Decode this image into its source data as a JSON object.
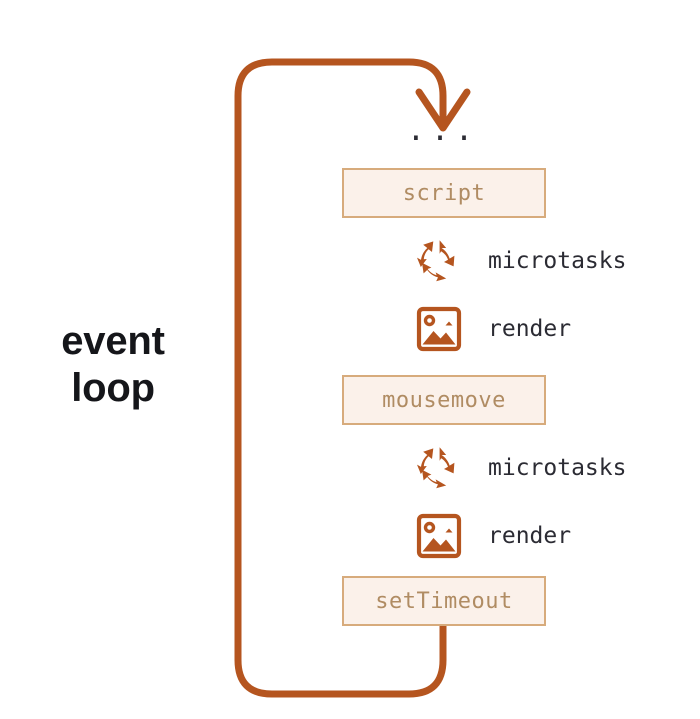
{
  "diagram": {
    "title": "event loop",
    "caption_lines": [
      "event",
      "loop"
    ],
    "ellipsis": "...",
    "colors": {
      "loop_stroke": "#b5551f",
      "box_fill": "#fbf1ea",
      "box_border": "#d7ab7c",
      "box_text": "#b08c63",
      "label_text": "#2b2b33",
      "icon": "#b5551f",
      "background": "#ffffff"
    },
    "flow": [
      {
        "kind": "ellipsis",
        "label": "...",
        "icon": "ellipsis-icon"
      },
      {
        "kind": "task",
        "label": "script",
        "icon": "task-box-icon"
      },
      {
        "kind": "step",
        "label": "microtasks",
        "icon": "recycle-icon"
      },
      {
        "kind": "step",
        "label": "render",
        "icon": "image-icon"
      },
      {
        "kind": "task",
        "label": "mousemove",
        "icon": "task-box-icon"
      },
      {
        "kind": "step",
        "label": "microtasks",
        "icon": "recycle-icon"
      },
      {
        "kind": "step",
        "label": "render",
        "icon": "image-icon"
      },
      {
        "kind": "task",
        "label": "setTimeout",
        "icon": "task-box-icon"
      }
    ],
    "boxes": {
      "script": "script",
      "mousemove": "mousemove",
      "settimeout": "setTimeout"
    },
    "steps": {
      "microtasks_1": "microtasks",
      "render_1": "render",
      "microtasks_2": "microtasks",
      "render_2": "render"
    }
  }
}
